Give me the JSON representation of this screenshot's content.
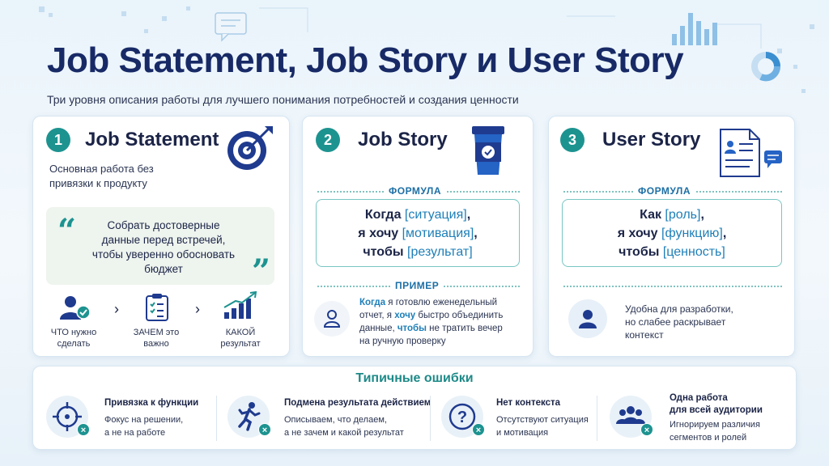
{
  "title": "Job Statement, Job Story и User Story",
  "subtitle": "Три уровня описания работы для лучшего понимания потребностей и создания ценности",
  "colors": {
    "accent": "#1d9390",
    "title": "#182a66",
    "highlight": "#1e7fb8"
  },
  "cards": [
    {
      "number": "1",
      "title": "Job Statement",
      "icon": "target-icon",
      "desc_line1": "Основная работа без",
      "desc_line2": "привязки к продукту",
      "quote_line1": "Собрать достоверные",
      "quote_line2": "данные перед встречей,",
      "quote_line3": "чтобы уверенно обосновать",
      "quote_line4": "бюджет",
      "steps": [
        {
          "icon": "person-check-icon",
          "line1": "ЧТО нужно",
          "line2": "сделать"
        },
        {
          "icon": "clipboard-icon",
          "line1": "ЗАЧЕМ это",
          "line2": "важно"
        },
        {
          "icon": "growth-chart-icon",
          "line1": "КАКОЙ",
          "line2": "результат"
        }
      ]
    },
    {
      "number": "2",
      "title": "Job Story",
      "icon": "coffee-cup-icon",
      "formula_label": "ФОРМУЛА",
      "formula": {
        "l1_pre": "Когда ",
        "l1_hl": "[ситуация]",
        "l1_post": ",",
        "l2_pre": "я хочу ",
        "l2_hl": "[мотивация]",
        "l2_post": ",",
        "l3_pre": "чтобы ",
        "l3_hl": "[результат]"
      },
      "example_label": "ПРИМЕР",
      "example": {
        "kw1": "Когда",
        "t1": " я готовлю еженедельный",
        "t2": "отчет, я ",
        "kw2": "хочу",
        "t3": " быстро объединить",
        "t4": "данные, ",
        "kw3": "чтобы",
        "t5": " не тратить вечер",
        "t6": "на ручную проверку"
      }
    },
    {
      "number": "3",
      "title": "User Story",
      "icon": "document-chat-icon",
      "formula_label": "ФОРМУЛА",
      "formula": {
        "l1_pre": "Как ",
        "l1_hl": "[роль]",
        "l1_post": ",",
        "l2_pre": "я хочу ",
        "l2_hl": "[функцию]",
        "l2_post": ",",
        "l3_pre": "чтобы ",
        "l3_hl": "[ценность]"
      },
      "note_line1": "Удобна для разработки,",
      "note_line2": "но слабее раскрывает",
      "note_line3": "контекст"
    }
  ],
  "mistakes": {
    "title": "Типичные ошибки",
    "items": [
      {
        "icon": "crosshair-icon",
        "title": "Привязка к функции",
        "line1": "Фокус на решении,",
        "line2": "а не на работе"
      },
      {
        "icon": "running-person-icon",
        "title": "Подмена результата действием",
        "line1": "Описываем, что делаем,",
        "line2": "а не зачем и какой результат"
      },
      {
        "icon": "question-icon",
        "title": "Нет контекста",
        "line1": "Отсутствуют ситуация",
        "line2": "и мотивация"
      },
      {
        "icon": "group-icon",
        "title_line1": "Одна работа",
        "title_line2": "для всей аудитории",
        "line1": "Игнорируем различия",
        "line2": "сегментов и ролей"
      }
    ]
  }
}
